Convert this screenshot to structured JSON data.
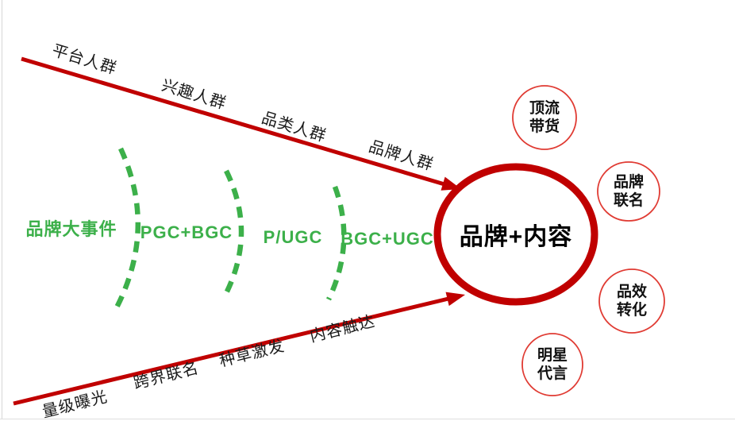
{
  "colors": {
    "arrow_red": "#c00000",
    "core_circle_red": "#c00000",
    "satellite_red": "#e03b33",
    "green": "#3cb04a",
    "label_black": "#1a1a1a",
    "edge_gray": "#d6d6d6"
  },
  "core": {
    "label": "品牌+内容"
  },
  "funnel": {
    "top_labels": [
      {
        "text": "平台人群"
      },
      {
        "text": "兴趣人群"
      },
      {
        "text": "品类人群"
      },
      {
        "text": "品牌人群"
      }
    ],
    "bottom_labels": [
      {
        "text": "量级曝光"
      },
      {
        "text": "跨界联名"
      },
      {
        "text": "种草激发"
      },
      {
        "text": "内容触达"
      }
    ]
  },
  "stages": {
    "headline": "品牌大事件",
    "items": [
      {
        "label": "PGC+BGC"
      },
      {
        "label": "P/UGC"
      },
      {
        "label": "BGC+UGC"
      }
    ]
  },
  "satellites": [
    {
      "line1": "顶流",
      "line2": "带货"
    },
    {
      "line1": "品牌",
      "line2": "联名"
    },
    {
      "line1": "品效",
      "line2": "转化"
    },
    {
      "line1": "明星",
      "line2": "代言"
    }
  ]
}
